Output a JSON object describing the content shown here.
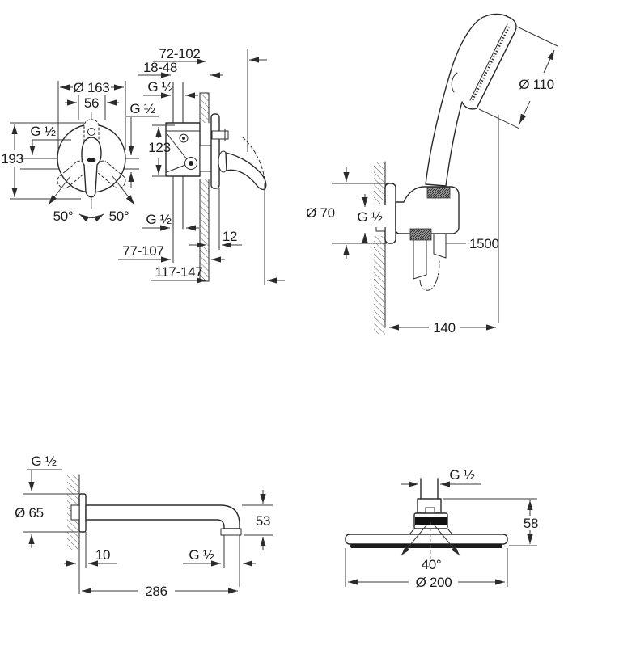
{
  "title": "Shower set installation dimension drawing",
  "colors": {
    "line": "#2b2b2b",
    "dimension": "#3a3a3a",
    "background": "#ffffff",
    "spray_face": "#1c1c1c"
  },
  "views": {
    "mixer_front": {
      "dims": {
        "diameter": "Ø 163",
        "width": "56",
        "thread_left": "G ½",
        "thread_right": "G ½",
        "height": "193",
        "angle_left": "50°",
        "angle_right": "50°"
      }
    },
    "mixer_side": {
      "dims": {
        "depth_max": "72-102",
        "depth_min": "18-48",
        "thread_top": "G ½",
        "port_spacing": "123",
        "thread_bottom": "G ½",
        "trim_thickness": "12",
        "range_lower": "77-107",
        "range_total": "117-147"
      }
    },
    "hand_shower": {
      "dims": {
        "head_diameter": "Ø 110",
        "holder_diameter": "Ø 70",
        "thread": "G ½",
        "hose_length": "1500",
        "wall_distance": "140"
      }
    },
    "shower_arm": {
      "dims": {
        "thread_wall": "G ½",
        "flange_diameter": "Ø 65",
        "wall_gap": "10",
        "thread_outlet": "G ½",
        "drop": "53",
        "length": "286"
      }
    },
    "head_shower": {
      "dims": {
        "thread": "G ½",
        "height": "58",
        "spray_angle": "40°",
        "diameter": "Ø 200"
      }
    }
  }
}
